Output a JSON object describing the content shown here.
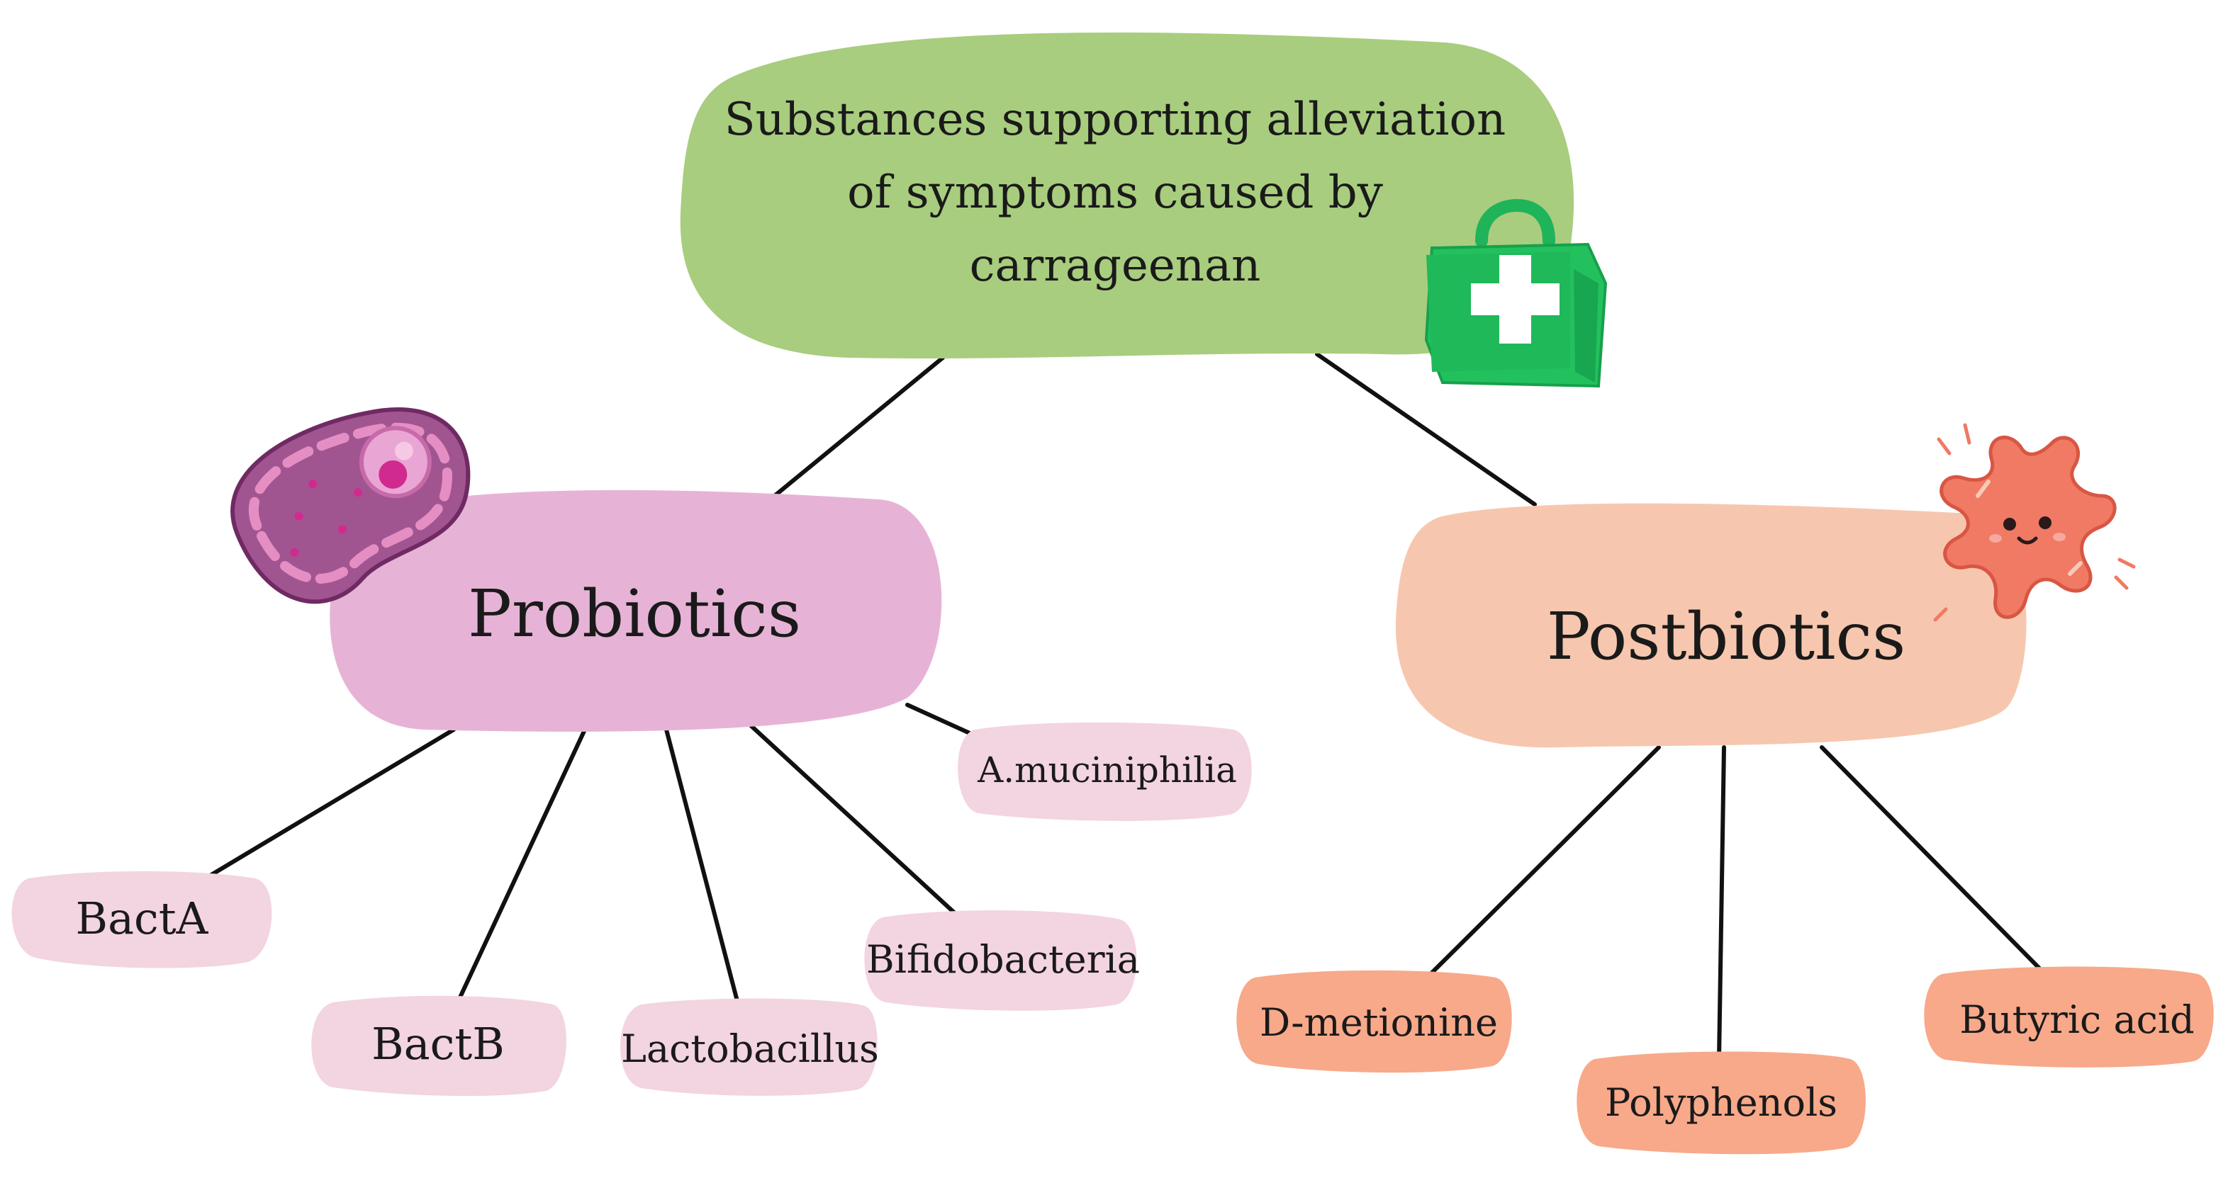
{
  "root": {
    "lines": [
      "Substances supporting alleviation",
      "of symptoms caused by",
      "carrageenan"
    ],
    "color": "#a8cd7e",
    "icon": "first-aid-kit-icon"
  },
  "probiotics": {
    "label": "Probiotics",
    "color": "#e6b3d6",
    "leaf_color": "#f3d4e1",
    "icon": "bacterium-icon",
    "items": [
      "BactA",
      "BactB",
      "Lactobacillus",
      "Bifidobacteria",
      "A.muciniphilia"
    ]
  },
  "postbiotics": {
    "label": "Postbiotics",
    "color": "#f6c7ae",
    "leaf_color": "#f7a98a",
    "icon": "germ-icon",
    "items": [
      "D-metionine",
      "Polyphenols",
      "Butyric acid"
    ]
  }
}
